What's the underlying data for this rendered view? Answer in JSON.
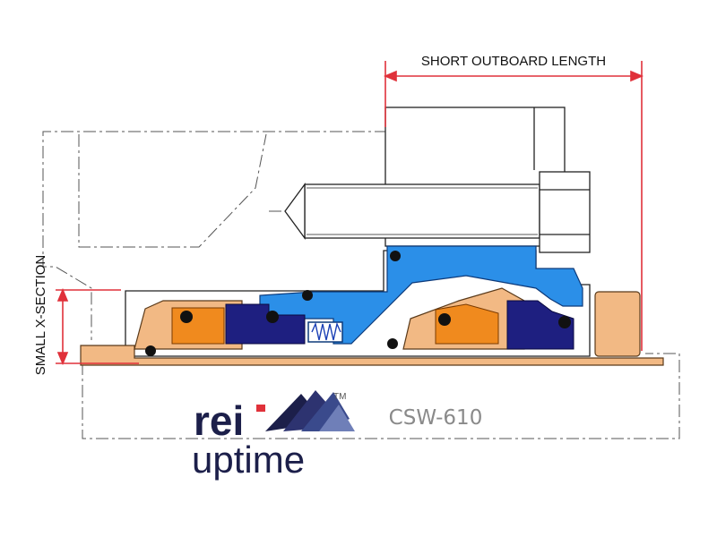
{
  "labels": {
    "top_dimension": "SHORT OUTBOARD LENGTH",
    "side_dimension": "SMALL X-SECTION",
    "model": "CSW-610"
  },
  "brand": {
    "line1": "rei",
    "line2": "uptime",
    "trademark": "TM"
  },
  "colors": {
    "dimension_line": "#e0313a",
    "gland_blue": "#2b8fe8",
    "face_navy": "#1e1f80",
    "spring_orange": "#f08a1e",
    "sleeve_tan": "#f2b984",
    "oring_black": "#111111",
    "bolt_grey": "#ffffff",
    "brand_navy": "#1c1f4a",
    "brand_red": "#e0313a"
  }
}
